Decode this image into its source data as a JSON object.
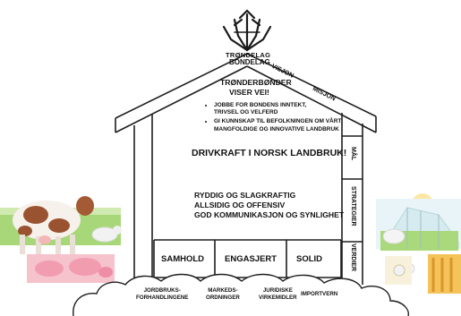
{
  "logo": {
    "line1": "TRØNDELAG",
    "line2": "BONDELAG",
    "icon": "wheat-sheaf-icon"
  },
  "roof": {
    "vision_label": "VISJON",
    "mission_label": "MISJON"
  },
  "vision": {
    "line1": "TRØNDERBØNDER",
    "line2": "VISER VEI!"
  },
  "mission_bullets": [
    {
      "line1": "JOBBE FOR BONDENS INNTEKT,",
      "line2": "TRIVSEL OG VELFERD"
    },
    {
      "line1": "GI KUNNSKAP TIL BEFOLKNINGEN OM VÅRT",
      "line2": "MANGFOLDIGE OG INNOVATIVE LANDBRUK"
    }
  ],
  "goal": "DRIVKRAFT I NORSK LANDBRUK!",
  "strategies": [
    "RYDDIG OG SLAGKRAFTIG",
    "ALLSIDIG OG OFFENSIV",
    "GOD KOMMUNIKASJON OG SYNLIGHET"
  ],
  "values": [
    "SAMHOLD",
    "ENGASJERT",
    "SOLID"
  ],
  "side_labels": {
    "goal": "MÅL",
    "strategies": "STRATEGIER",
    "values": "VERDIER"
  },
  "foundation": [
    {
      "line1": "JORDBRUKS-",
      "line2": "FORHANDLINGENE"
    },
    {
      "line1": "MARKEDS-",
      "line2": "ORDNINGER"
    },
    {
      "line1": "JURIDISKE",
      "line2": "VIRKEMIDLER"
    },
    {
      "line1": "IMPORTVERN",
      "line2": ""
    }
  ],
  "colors": {
    "line": "#222222",
    "cow_brown": "#8b4a2a",
    "grass": "#7fc24a",
    "pig_pink": "#f2a9b8",
    "wheat": "#e2a93a",
    "sky": "#e6f3f8"
  }
}
